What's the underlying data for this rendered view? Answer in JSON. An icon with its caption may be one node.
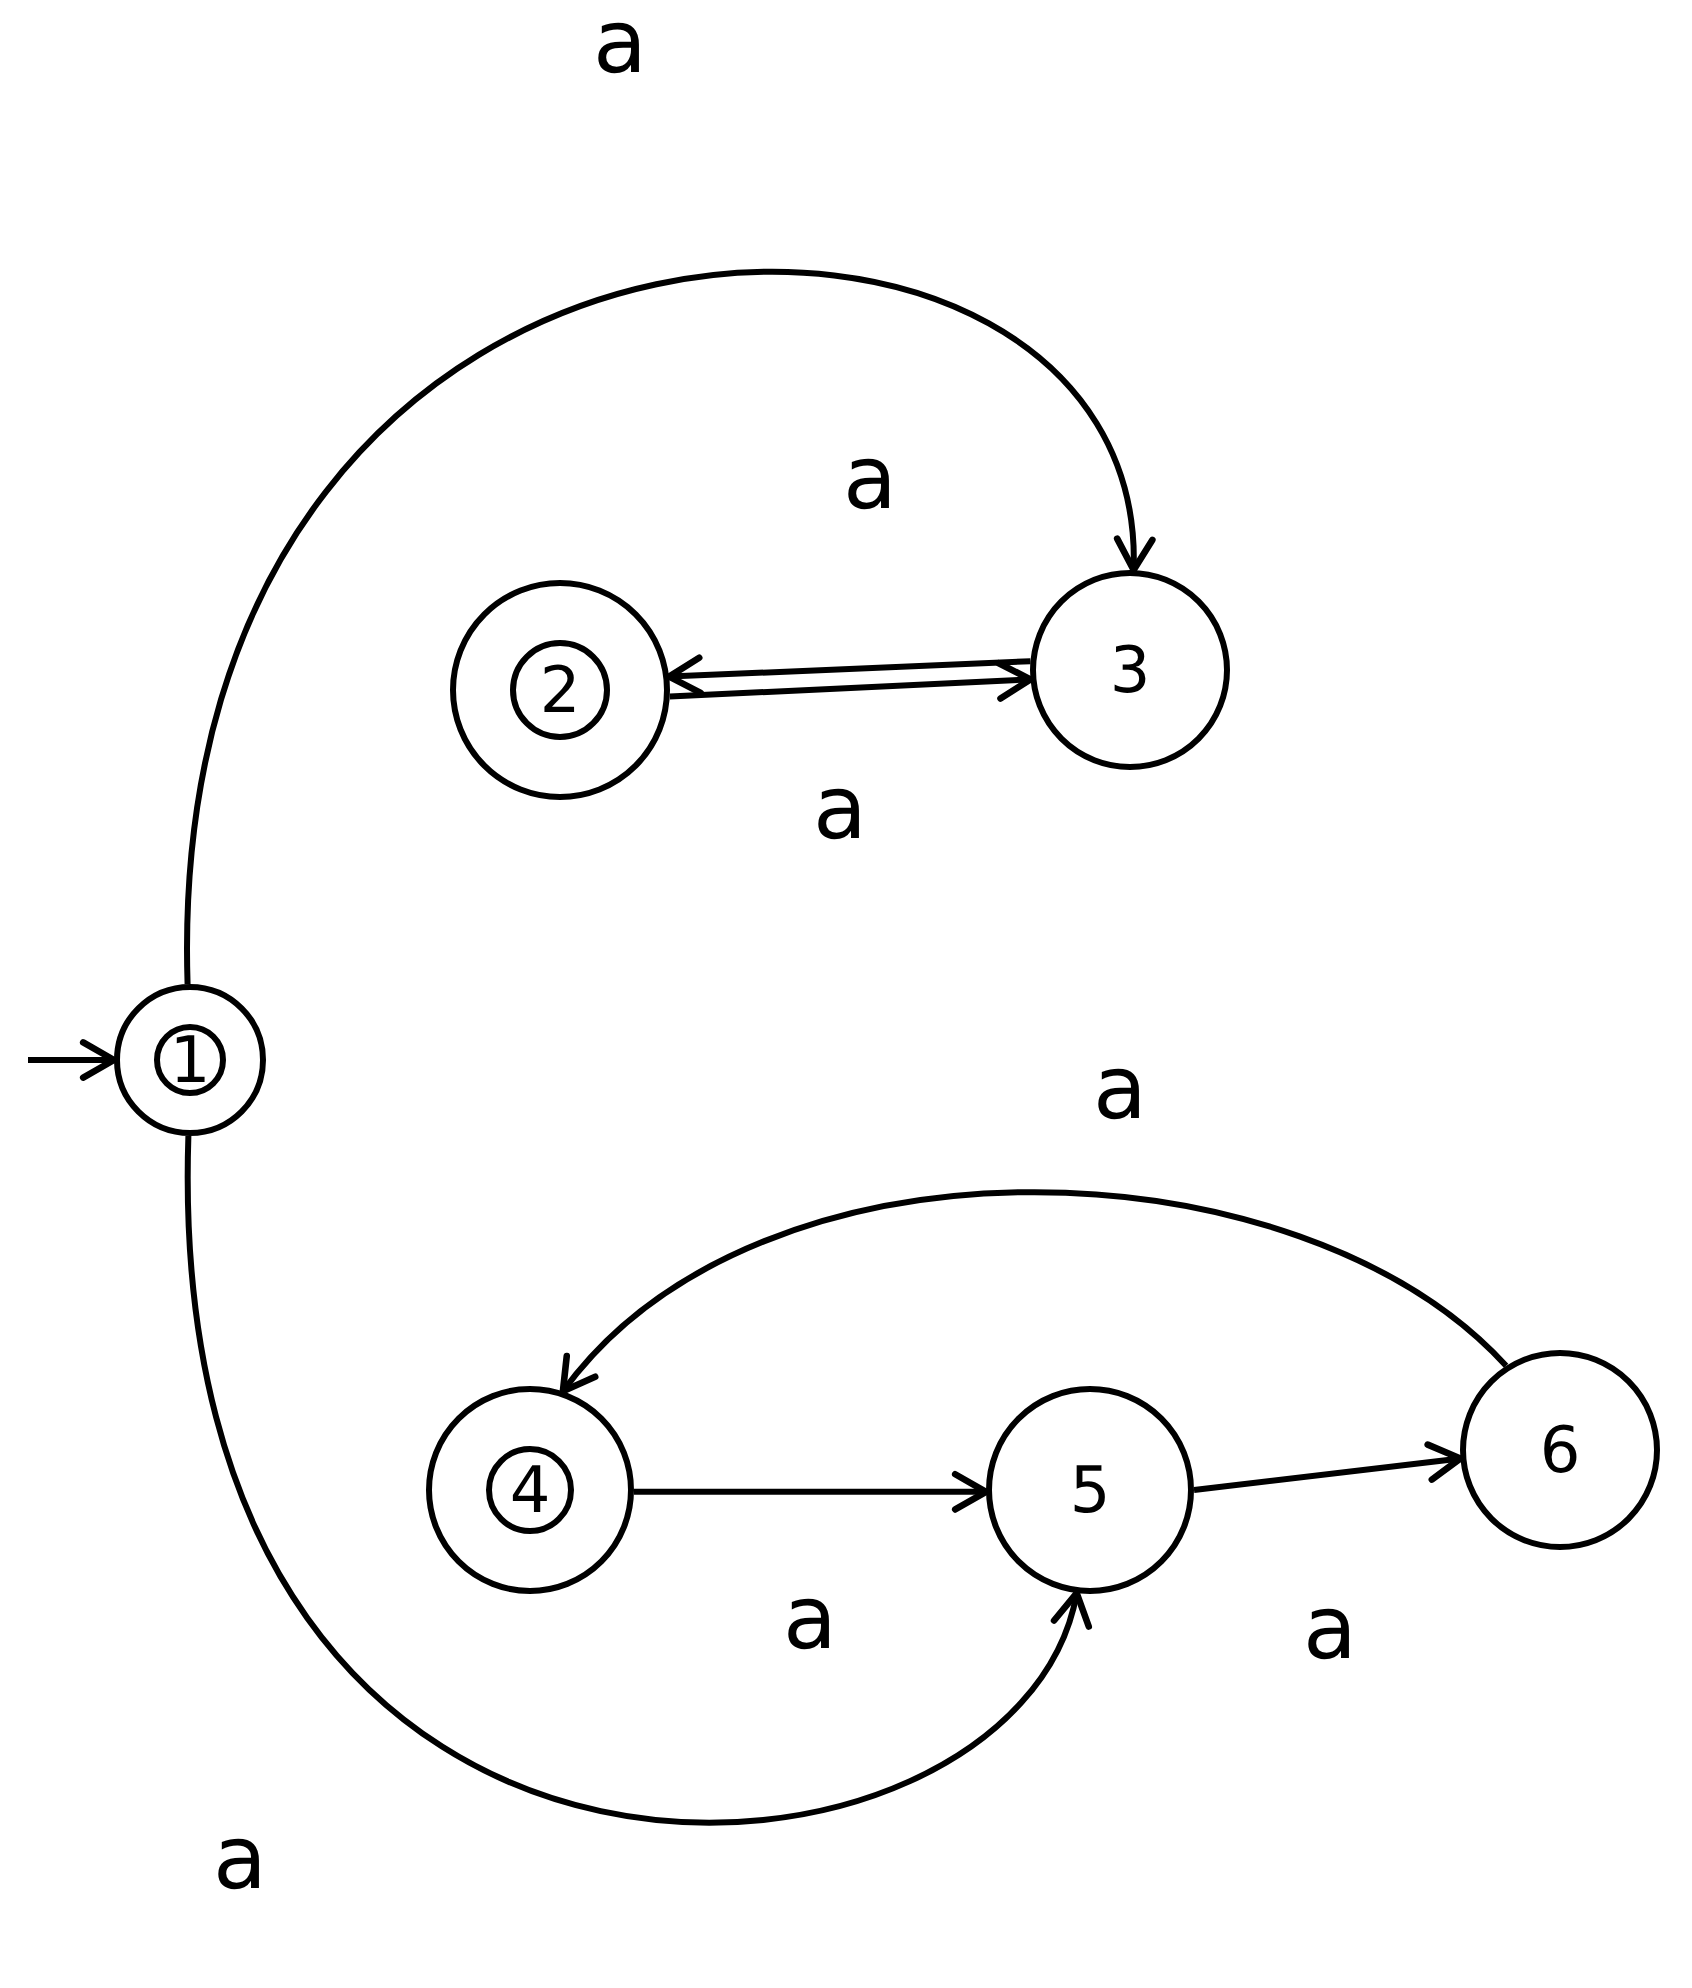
{
  "diagram": {
    "nodes": [
      {
        "text": [],
        "shape": "circle"
      },
      {
        "text": [
          "2"
        ],
        "in": 0
      },
      {
        "text": [
          "3"
        ]
      },
      {
        "text": [],
        "shape": "circle"
      },
      {
        "text": [
          "1"
        ],
        "in": 3
      },
      {
        "text": [],
        "shape": "circle"
      },
      {
        "text": [
          "4"
        ],
        "in": 5
      },
      {
        "text": [
          "5"
        ]
      },
      {
        "text": [
          "6"
        ]
      }
    ],
    "edges": [
      {
        "from": 3,
        "to": 2,
        "arrow": "to",
        "label": "a"
      },
      {
        "from": 2,
        "to": 0,
        "arrow": "to",
        "label": "a"
      },
      {
        "from": 0,
        "to": 2,
        "arrow": "to",
        "label": "a"
      },
      {
        "from": null,
        "to": 3,
        "arrow": "to"
      },
      {
        "from": 3,
        "to": 7,
        "arrow": "to",
        "label": "a"
      },
      {
        "from": 5,
        "to": 7,
        "arrow": "to",
        "label": "a"
      },
      {
        "from": 7,
        "to": 8,
        "arrow": "to",
        "label": "a"
      },
      {
        "from": 8,
        "to": 5,
        "arrow": "to",
        "label": "a"
      }
    ]
  }
}
